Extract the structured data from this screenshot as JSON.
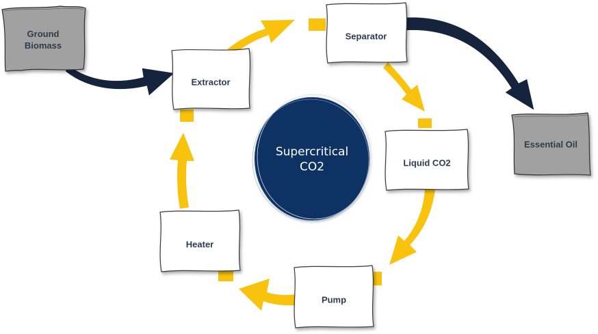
{
  "colors": {
    "cycle_arrow": "#f8c20d",
    "flow_arrow": "#16233d",
    "center_fill": "#0d3363",
    "input_output_fill": "#a1a1a1",
    "process_fill": "#ffffff",
    "outline": "#3a3a3a",
    "label_text": "#2f3b4c"
  },
  "nodes": {
    "ground_biomass": "Ground\nBiomass",
    "extractor": "Extractor",
    "separator": "Separator",
    "liquid_co2": "Liquid CO2",
    "pump": "Pump",
    "heater": "Heater",
    "essential_oil": "Essential Oil"
  },
  "center": {
    "label": "Supercritical\nCO2"
  },
  "connections": [
    {
      "from": "ground_biomass",
      "to": "extractor",
      "style": "flow"
    },
    {
      "from": "extractor",
      "to": "separator",
      "style": "cycle"
    },
    {
      "from": "separator",
      "to": "liquid_co2",
      "style": "cycle"
    },
    {
      "from": "liquid_co2",
      "to": "pump",
      "style": "cycle"
    },
    {
      "from": "pump",
      "to": "heater",
      "style": "cycle"
    },
    {
      "from": "heater",
      "to": "extractor",
      "style": "cycle"
    },
    {
      "from": "separator",
      "to": "essential_oil",
      "style": "flow"
    }
  ]
}
